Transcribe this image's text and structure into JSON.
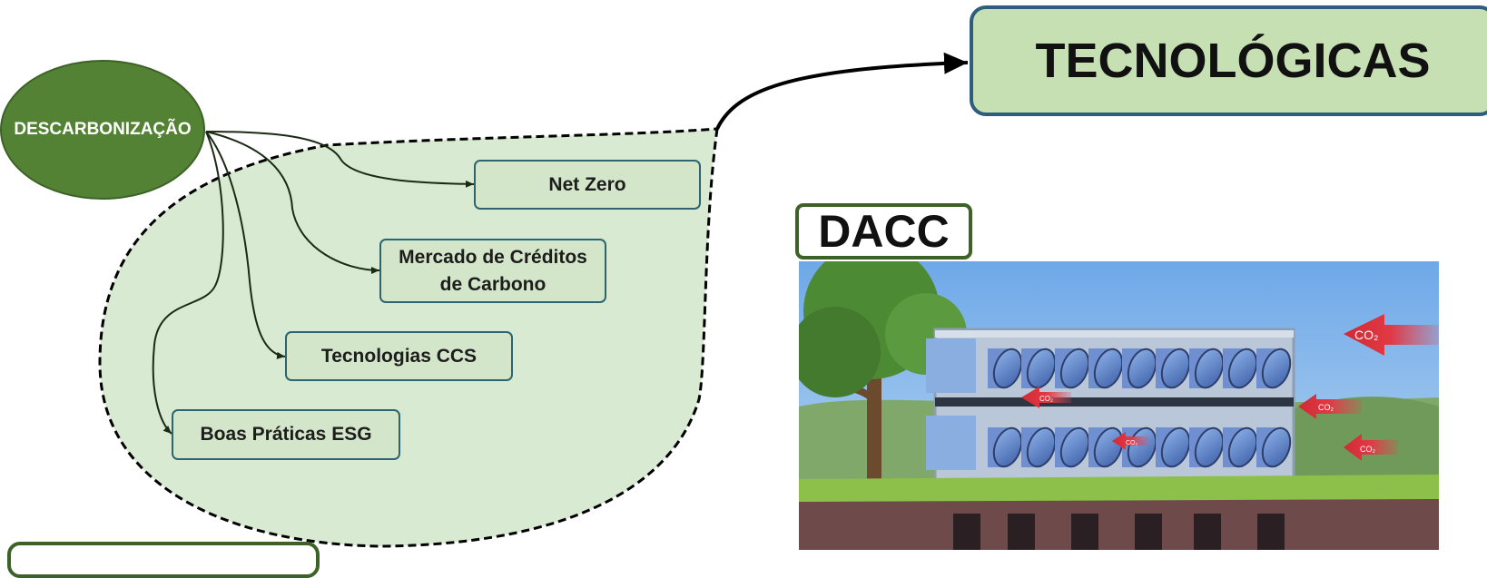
{
  "root": {
    "label": "DESCARBONIZAÇÃO"
  },
  "branches": [
    {
      "id": "net-zero",
      "label": "Net Zero"
    },
    {
      "id": "mercado",
      "label": "Mercado de Créditos de Carbono"
    },
    {
      "id": "ccs",
      "label": "Tecnologias CCS"
    },
    {
      "id": "esg",
      "label": "Boas Práticas ESG"
    }
  ],
  "target": {
    "label": "TECNOLÓGICAS"
  },
  "dacc": {
    "label": "DACC",
    "co2_labels": [
      "CO₂",
      "CO₂",
      "CO₂",
      "CO₂",
      "CO₂"
    ]
  },
  "colors": {
    "root_fill": "#548235",
    "box_fill": "#d4e6c9",
    "box_border": "#2e6470",
    "title_fill": "#c6e0b4",
    "title_border": "#2e5d7e",
    "bubble_fill": "#d9ead3",
    "dacc_border": "#3d6227"
  }
}
